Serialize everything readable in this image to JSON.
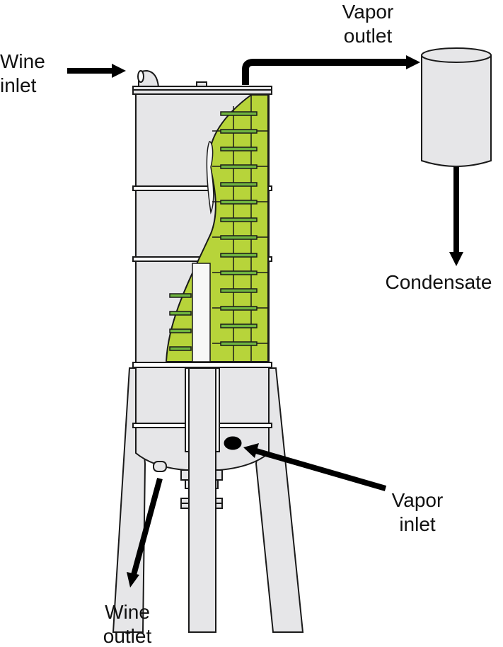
{
  "labels": {
    "wine_inlet": [
      "Wine",
      "inlet"
    ],
    "vapor_outlet": [
      "Vapor",
      "outlet"
    ],
    "condensate": "Condensate",
    "vapor_inlet": [
      "Vapor",
      "inlet"
    ],
    "wine_outlet": [
      "Wine",
      "outlet"
    ]
  },
  "colors": {
    "steel": "#e6e6e8",
    "packing": "#b7d43a",
    "tray": "#6fb53f",
    "outline": "#1a1a1a"
  }
}
